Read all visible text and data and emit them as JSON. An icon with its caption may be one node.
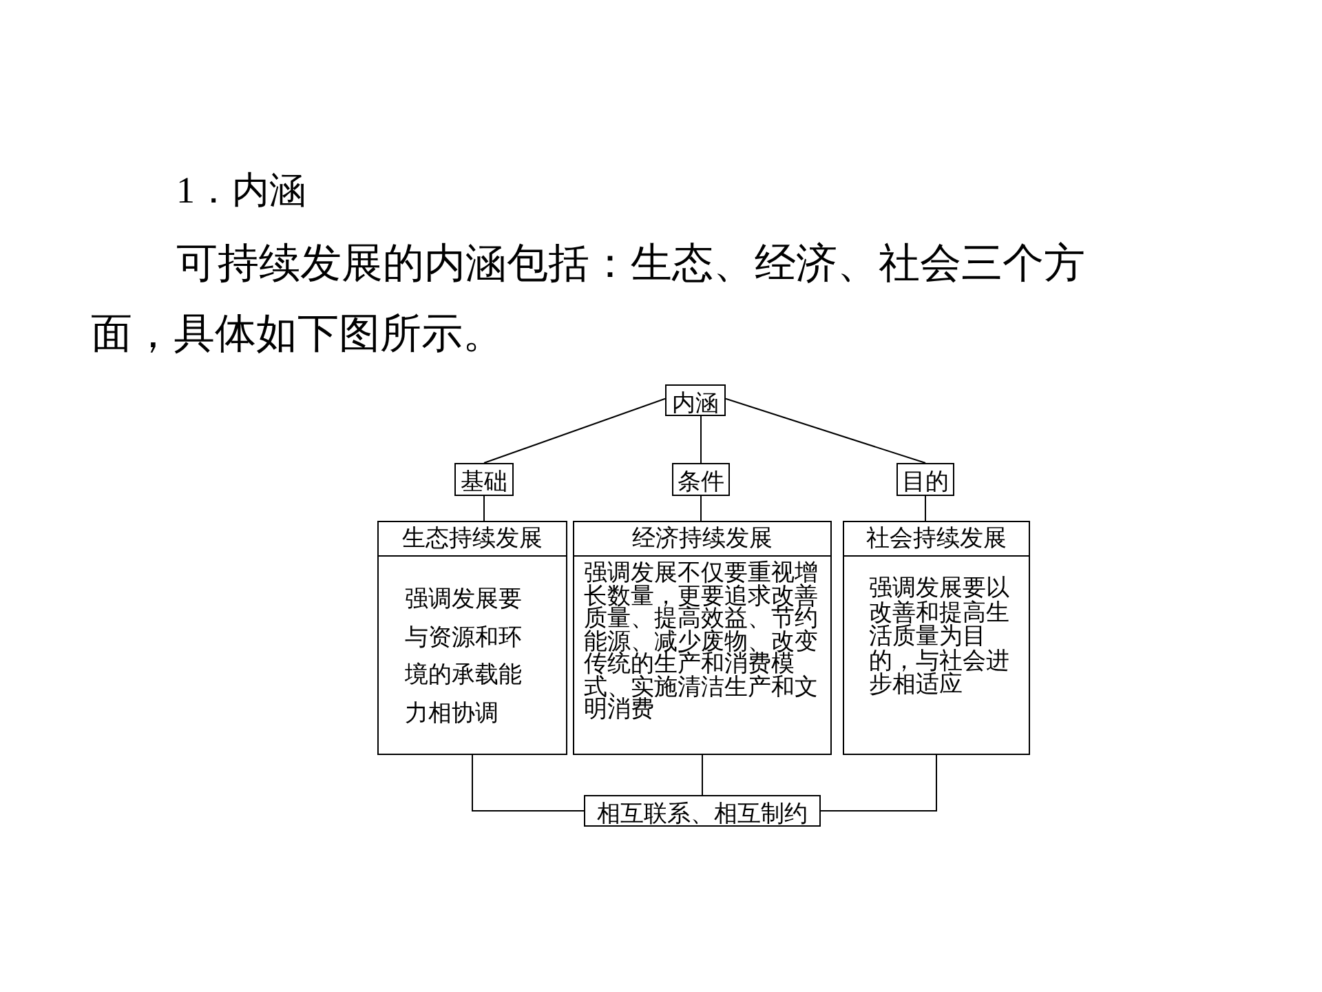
{
  "diagram": {
    "title": "1．内涵",
    "nodes": [
      {
        "text": [
          "内涵"
        ]
      },
      {
        "text": [
          "基础"
        ]
      },
      {
        "text": [
          "条件"
        ]
      },
      {
        "text": [
          "目的"
        ]
      },
      {
        "text": [
          "生态持续发展",
          "强调发展要与资源和环境的承载能力相协调"
        ]
      },
      {
        "text": [
          "经济持续发展",
          "强调发展不仅要重视增长数量，更要追求改善质量、提高效益、节约能源、减少废物、改变传统的生产和消费模式、实施清洁生产和文明消费"
        ]
      },
      {
        "text": [
          "社会持续发展",
          "强调发展要以改善和提高生活质量为目的，与社会进步相适应"
        ]
      },
      {
        "text": [
          "相互联系、相互制约"
        ]
      }
    ],
    "edges": [
      {
        "from": 0,
        "to": 1,
        "arrow": "none"
      },
      {
        "from": 0,
        "to": 2,
        "arrow": "none"
      },
      {
        "from": 0,
        "to": 3,
        "arrow": "none"
      },
      {
        "from": 1,
        "to": 4,
        "arrow": "none"
      },
      {
        "from": 2,
        "to": 5,
        "arrow": "none"
      },
      {
        "from": 3,
        "to": 6,
        "arrow": "none"
      },
      {
        "from": 4,
        "to": 7,
        "arrow": "none"
      },
      {
        "from": 5,
        "to": 7,
        "arrow": "none"
      },
      {
        "from": 6,
        "to": 7,
        "arrow": "none"
      }
    ],
    "labels": [
      "可持续发展的内涵包括：生态、经济、社会三个方面，具体如下图所示。"
    ]
  }
}
